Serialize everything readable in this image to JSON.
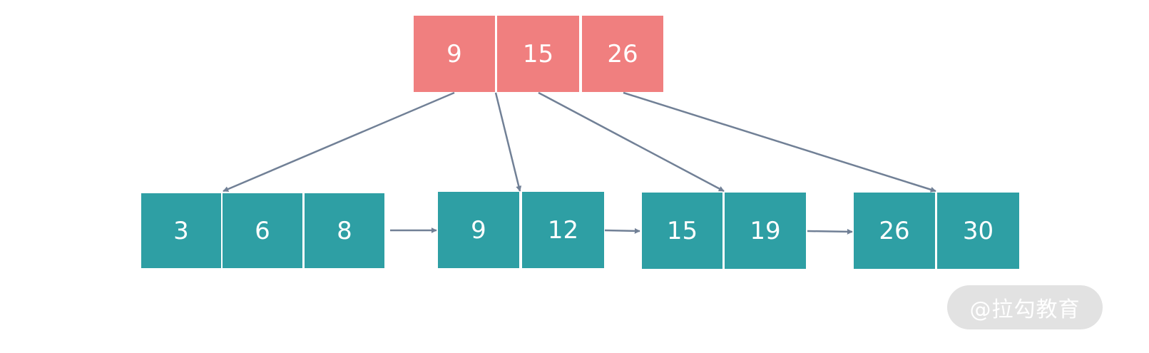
{
  "root": {
    "keys": [
      "9",
      "15",
      "26"
    ]
  },
  "leaves": [
    {
      "keys": [
        "3",
        "6",
        "8"
      ]
    },
    {
      "keys": [
        "9",
        "12"
      ]
    },
    {
      "keys": [
        "15",
        "19"
      ]
    },
    {
      "keys": [
        "26",
        "30"
      ]
    }
  ],
  "colors": {
    "root": "#f07f7f",
    "leaf": "#2e9fa4",
    "arrow": "#718096",
    "watermark_bg": "#e2e2e2"
  },
  "watermark": "@拉勾教育"
}
